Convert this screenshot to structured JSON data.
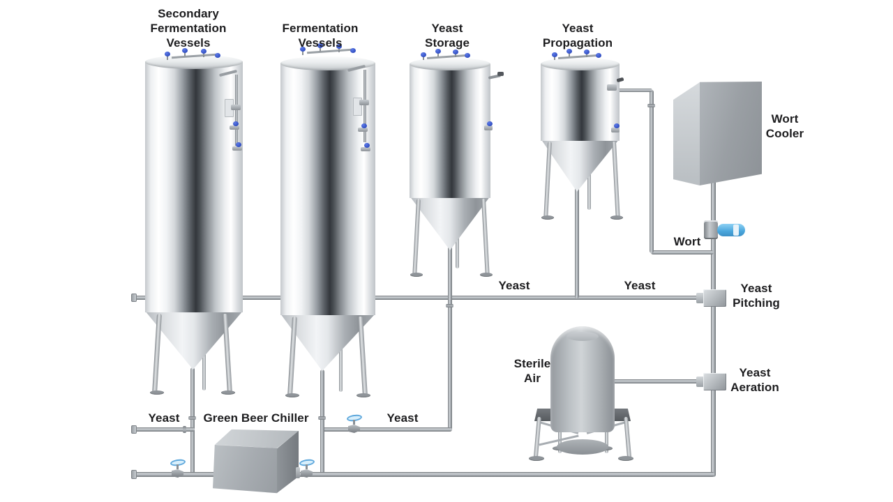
{
  "labels": {
    "secondary_fermentation": [
      "Secondary",
      "Fermentation",
      "Vessels"
    ],
    "fermentation": [
      "Fermentation",
      "Vessels"
    ],
    "yeast_storage": [
      "Yeast",
      "Storage"
    ],
    "yeast_propagation": [
      "Yeast",
      "Propagation"
    ],
    "wort_cooler": [
      "Wort",
      "Cooler"
    ],
    "wort": "Wort",
    "yeast_mid_left": "Yeast",
    "yeast_mid_right": "Yeast",
    "yeast_pitching": [
      "Yeast",
      "Pitching"
    ],
    "yeast_aeration": [
      "Yeast",
      "Aeration"
    ],
    "sterile_air": [
      "Sterile",
      "Air"
    ],
    "yeast_bottom_left": "Yeast",
    "green_beer_chiller": "Green Beer Chiller",
    "yeast_bottom_mid": "Yeast"
  },
  "colors": {
    "background": "#ffffff",
    "text": "#1c1c1e",
    "pipe_gray": "#9aa0a5",
    "valve_wheel_blue": "#7cc4ee",
    "top_knob_blue": "#2a47c8",
    "flow_meter_blue": "#58b7ec",
    "tank_metal_light": "#f2f4f6",
    "tank_metal_dark": "#33373c"
  }
}
